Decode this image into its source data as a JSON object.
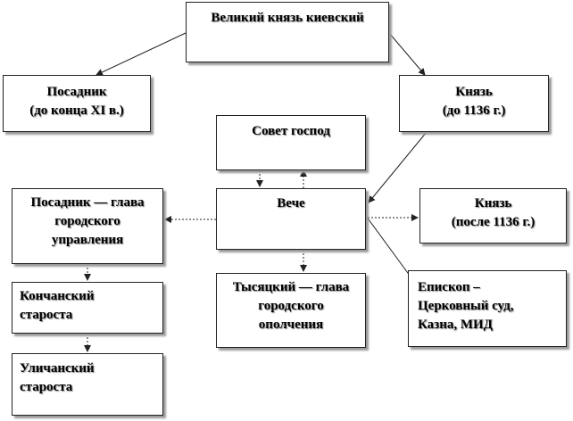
{
  "nodes": {
    "grand_prince": {
      "line1": "Великий князь киевский"
    },
    "posadnik_early": {
      "line1": "Посадник",
      "line2": "(до конца XI в.)"
    },
    "prince_early": {
      "line1": "Князь",
      "line2": "(до 1136 г.)"
    },
    "council": {
      "line1": "Совет господ"
    },
    "veche": {
      "line1": "Вече"
    },
    "posadnik_head": {
      "line1": "Посадник — глава",
      "line2": "городского",
      "line3": "управления"
    },
    "prince_late": {
      "line1": "Князь",
      "line2": "(после 1136 г.)"
    },
    "konchansky": {
      "line1": "Кончанский",
      "line2": "староста"
    },
    "tysyatsky": {
      "line1": "Тысяцкий — глава",
      "line2": "городского",
      "line3": "ополчения"
    },
    "bishop": {
      "line1": "Епископ –",
      "line2": "Церковный суд,",
      "line3": "Казна, МИД"
    },
    "ulichansky": {
      "line1": "Уличанский",
      "line2": "староста"
    }
  },
  "colors": {
    "border": "#222222",
    "shadow": "#9a9a9a",
    "arrow": "#222222"
  }
}
